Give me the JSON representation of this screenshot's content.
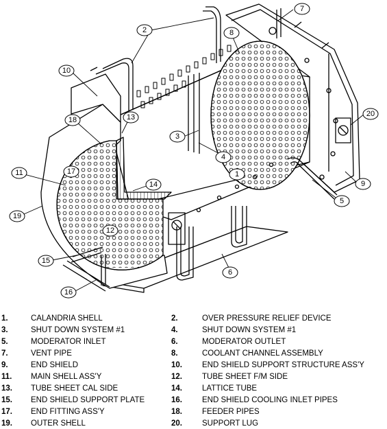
{
  "callouts": [
    "1",
    "2",
    "3",
    "4",
    "5",
    "6",
    "7",
    "8",
    "9",
    "10",
    "11",
    "12",
    "13",
    "14",
    "15",
    "16",
    "17",
    "18",
    "19",
    "20"
  ],
  "legend": [
    {
      "num": "1.",
      "label": "CALANDRIA SHELL"
    },
    {
      "num": "2.",
      "label": "OVER PRESSURE RELIEF DEVICE"
    },
    {
      "num": "3.",
      "label": "SHUT DOWN SYSTEM #1"
    },
    {
      "num": "4.",
      "label": "SHUT DOWN SYSTEM #1"
    },
    {
      "num": "5.",
      "label": "MODERATOR INLET"
    },
    {
      "num": "6.",
      "label": "MODERATOR OUTLET"
    },
    {
      "num": "7.",
      "label": "VENT PIPE"
    },
    {
      "num": "8.",
      "label": "COOLANT CHANNEL ASSEMBLY"
    },
    {
      "num": "9.",
      "label": "END SHIELD"
    },
    {
      "num": "10.",
      "label": "END SHIELD  SUPPORT STRUCTURE ASS'Y"
    },
    {
      "num": "11.",
      "label": "MAIN SHELL ASS'Y"
    },
    {
      "num": "12.",
      "label": "TUBE SHEET F/M SIDE"
    },
    {
      "num": "13.",
      "label": "TUBE SHEET CAL SIDE"
    },
    {
      "num": "14.",
      "label": "LATTICE TUBE"
    },
    {
      "num": "15.",
      "label": "END SHIELD SUPPORT PLATE"
    },
    {
      "num": "16.",
      "label": "END SHIELD COOLING INLET PIPES"
    },
    {
      "num": "17.",
      "label": "END FITTING ASS'Y"
    },
    {
      "num": "18.",
      "label": "FEEDER PIPES"
    },
    {
      "num": "19.",
      "label": "OUTER SHELL"
    },
    {
      "num": "20.",
      "label": "SUPPORT LUG"
    }
  ]
}
